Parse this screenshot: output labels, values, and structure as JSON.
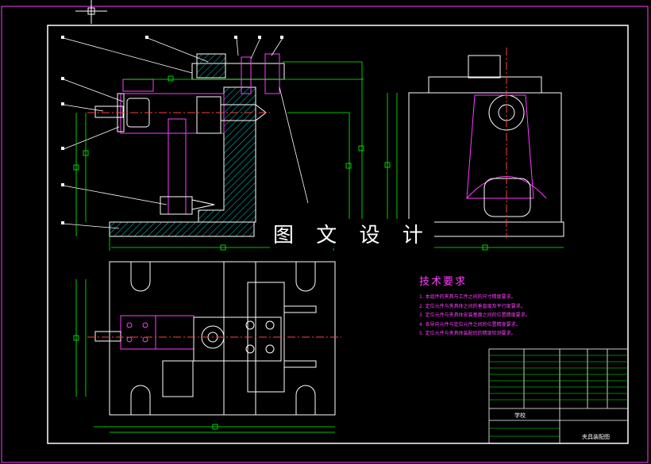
{
  "watermark": "图 文 设 计",
  "tech_requirements": {
    "title": "技术要求",
    "items": [
      "1. 本组件的夹具与工件之间的尺寸精度要求。",
      "2. 定位元件与夹具体之间的垂直度及平行度要求。",
      "3. 定位元件与夹具体安装基面之间的位置精度要求。",
      "4. 各导向元件与定位元件之间的位置精度要求。",
      "5. 定位元件与夹具体装配后的精度检测要求。"
    ]
  },
  "title_block": {
    "school": "学校",
    "drawing_name": "夹具装配图"
  },
  "colors": {
    "frame": "#ffffff",
    "outline": "#ffffff",
    "clamp": "#ff3cff",
    "dimension": "#00ff00",
    "hatch": "#00c8c8",
    "center_line": "#ff4040",
    "leader": "#ffffff"
  }
}
